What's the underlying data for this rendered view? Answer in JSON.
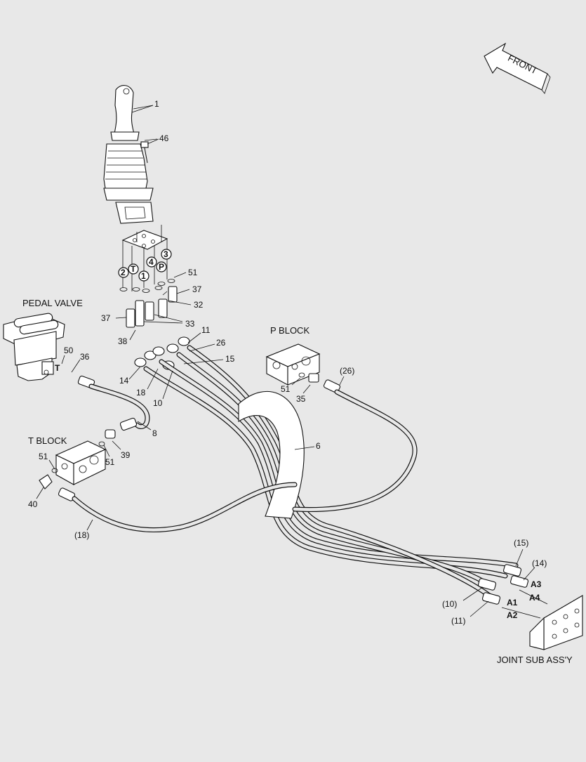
{
  "labels": {
    "front": "FRONT",
    "pedal_valve": "PEDAL VALVE",
    "p_block": "P BLOCK",
    "t_block": "T BLOCK",
    "joint_sub_assy": "JOINT SUB ASS'Y",
    "port_t": "T",
    "a1": "A1",
    "a2": "A2",
    "a3": "A3",
    "a4": "A4"
  },
  "port_circles": [
    "2",
    "T",
    "1",
    "4",
    "P",
    "3"
  ],
  "callouts": {
    "p1": "1",
    "p46": "46",
    "p51a": "51",
    "p37a": "37",
    "p32": "32",
    "p33": "33",
    "p37b": "37",
    "p38": "38",
    "p11": "11",
    "p26": "26",
    "p15": "15",
    "p14": "14",
    "p18": "18",
    "p10": "10",
    "p50": "50",
    "p36": "36",
    "p8": "8",
    "p6": "6",
    "p26b": "(26)",
    "p51b": "51",
    "p35": "35",
    "p39": "39",
    "p51c": "51",
    "p51d": "51",
    "p40": "40",
    "p18b": "(18)",
    "p15b": "(15)",
    "p14b": "(14)",
    "p10b": "(10)",
    "p11b": "(11)"
  }
}
